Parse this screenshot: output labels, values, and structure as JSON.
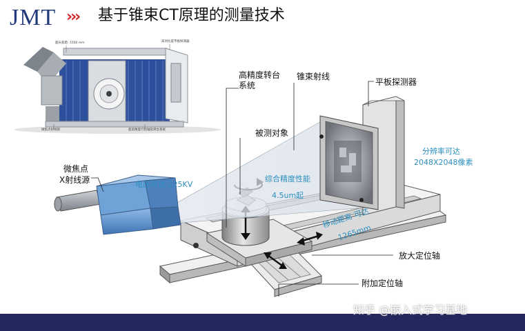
{
  "header": {
    "logo": "JMT",
    "chevrons": "›››",
    "title": "基于锥束CT原理的测量技术"
  },
  "photo": {
    "label_top_left": "超长焦距: 1500 mm",
    "label_top_right": "高对比度平板探测器",
    "label_bottom_left": "微焦点射线管",
    "label_bottom_right": "超高精度行程轴及转台系统"
  },
  "diagram": {
    "label_turntable_line1": "高精度转台",
    "label_turntable_line2": "系统",
    "label_cone_beam": "锥束射线",
    "label_detector": "平板探测器",
    "label_object": "被测对象",
    "label_resolution_line1": "分辨率可达",
    "label_resolution_line2": "2048X2048像素",
    "label_source_line1": "微焦点",
    "label_source_line2": "X射线源",
    "label_voltage": "电压可达 225KV",
    "label_precision_line1": "综合精度性能",
    "label_precision_line2": "4.5um起",
    "label_travel_line1": "移动距离 可达",
    "label_travel_line2": "1265mm",
    "label_magnify_axis": "放大定位轴",
    "label_extra_axis": "附加定位轴"
  },
  "watermark": "知乎 @嵌入式学习基地",
  "colors": {
    "brand_blue": "#233a7a",
    "accent_red": "#d22626",
    "annotation_blue": "#2b8fbf",
    "footer": "#23275d",
    "source_blue": "#5f93cc"
  }
}
